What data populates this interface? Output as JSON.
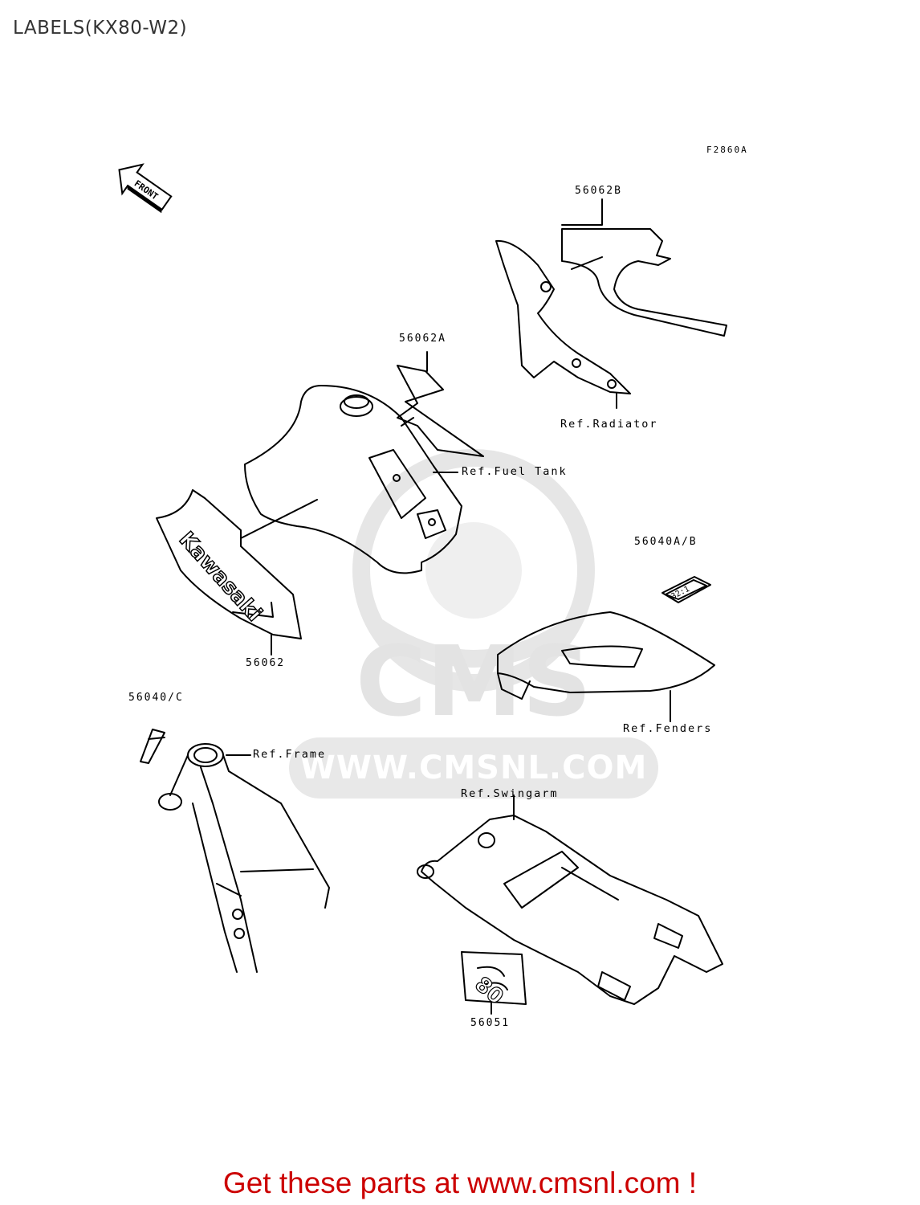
{
  "title": "LABELS(KX80-W2)",
  "figure_code": "F2860A",
  "front_label": "FRONT",
  "watermark": {
    "brand": "CMS",
    "url": "WWW.CMSNL.COM"
  },
  "part_numbers": {
    "p56062B": "56062B",
    "p56062A": "56062A",
    "p56062": "56062",
    "p56040AB": "56040A/B",
    "p56040C": "56040/C",
    "p56051": "56051"
  },
  "references": {
    "radiator": "Ref.Radiator",
    "fuel_tank": "Ref.Fuel Tank",
    "fenders": "Ref.Fenders",
    "frame": "Ref.Frame",
    "swingarm": "Ref.Swingarm"
  },
  "decal_text": {
    "kawasaki": "Kawasaki",
    "ratio": "32:1",
    "model": "80"
  },
  "footer": "Get these parts at www.cmsnl.com !"
}
